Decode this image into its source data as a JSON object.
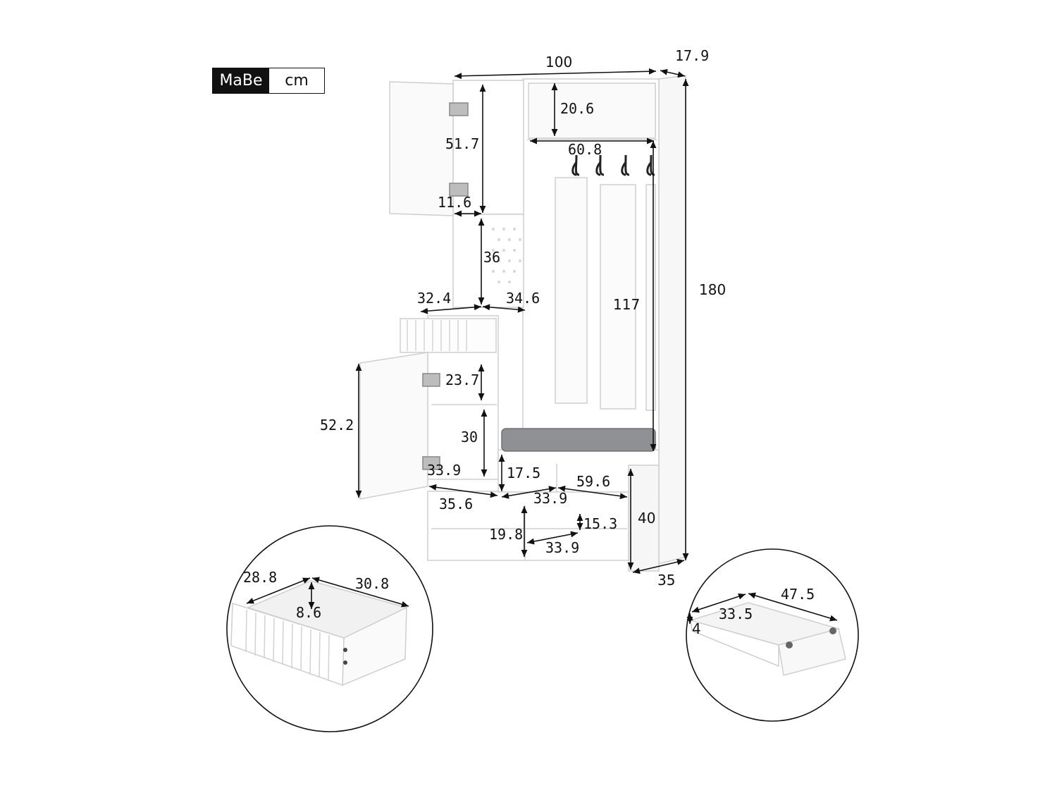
{
  "badge": {
    "brand": "MaBe",
    "unit": "cm"
  },
  "dimensions": {
    "width_total": "100",
    "depth_top": "17.9",
    "height_total": "180",
    "top_shelf_height": "20.6",
    "hook_rail_width": "60.8",
    "wall_cabinet_height": "51.7",
    "wall_cabinet_depth": "11.6",
    "open_shelf_height": "36",
    "shelf_width_left": "32.4",
    "shelf_width_right": "34.6",
    "hall_height": "117",
    "drawer_compartment_height": "23.7",
    "lower_door_height": "52.2",
    "lower_compartment_height": "30",
    "lower_compartment_width": "33.9",
    "bench_shelf_height": "17.5",
    "bench_shelf_width": "59.6",
    "bench_cubby_width": "33.9",
    "bottom_shelf_width": "35.6",
    "bench_height": "40",
    "bottom_cubby_height": "15.3",
    "bottom_shelf_height": "19.8",
    "bottom_cubby_width": "33.9",
    "bench_depth": "35"
  },
  "drawer_detail": {
    "depth": "28.8",
    "width": "30.8",
    "height": "8.6"
  },
  "cushion_detail": {
    "length": "47.5",
    "width": "33.5",
    "thickness": "4"
  },
  "colors": {
    "furniture": "#ffffff",
    "outline": "#cfcfcf",
    "shade": "#ececec",
    "cushion": "#8f9094",
    "line": "#111111"
  }
}
